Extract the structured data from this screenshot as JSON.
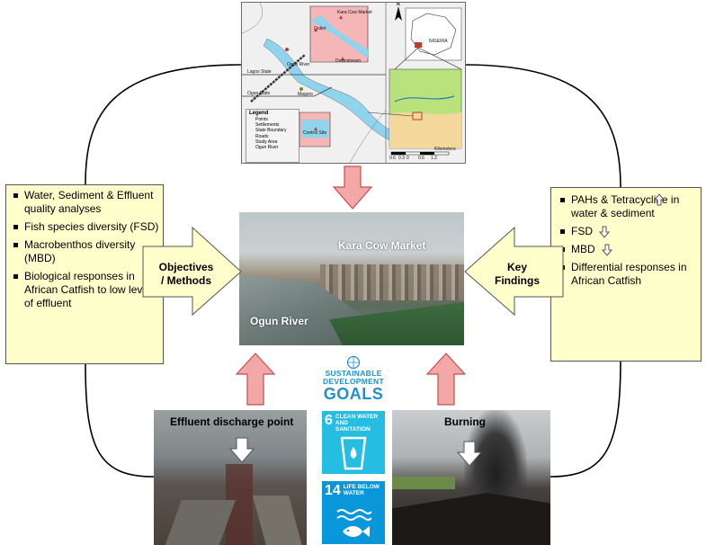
{
  "map": {
    "labels": {
      "kara_cow_market": "Kara Cow Market",
      "outlet": "Outlet",
      "ogun_river": "Ogun River",
      "downstream": "Downstream",
      "lagos_state": "Lagos State",
      "ogun_state": "Ogun State",
      "magoro": "Magoro",
      "control_site": "Control Site",
      "nigeria": "NIGERIA",
      "north": "N",
      "kilometers": "Kilometers"
    },
    "legend": {
      "title": "Legend",
      "items": [
        "Points",
        "Settlements",
        "State Boundary",
        "Roads",
        "Study Area",
        "Ogun River"
      ]
    },
    "scale_ticks": [
      "0.6",
      "0.3",
      "0",
      "0.6",
      "1.2"
    ]
  },
  "center_photo": {
    "label_market": "Kara Cow Market",
    "label_river": "Ogun River"
  },
  "objectives": {
    "arrow_label_line1": "Objectives",
    "arrow_label_line2": "/ Methods",
    "items": [
      "Water, Sediment & Effluent quality analyses",
      "Fish species diversity (FSD)",
      "Macrobenthos diversity (MBD)",
      "Biological responses in African Catfish to low levels of effluent"
    ]
  },
  "findings": {
    "arrow_label_line1": "Key",
    "arrow_label_line2": "Findings",
    "items": [
      {
        "text": "PAHs & Tetracycline in water & sediment",
        "trend": "up"
      },
      {
        "text": "FSD",
        "trend": "down"
      },
      {
        "text": "MBD",
        "trend": "down"
      },
      {
        "text": "Differential responses in African Catfish",
        "trend": ""
      }
    ]
  },
  "bottom": {
    "effluent_label": "Effluent discharge point",
    "burning_label": "Burning"
  },
  "sdg": {
    "logo_line1": "SUSTAINABLE",
    "logo_line2": "DEVELOPMENT",
    "logo_line3": "GOALS",
    "goal6_number": "6",
    "goal6_title": "CLEAN WATER AND SANITATION",
    "goal14_number": "14",
    "goal14_title": "LIFE BELOW WATER"
  },
  "colors": {
    "box_fill": "#ffffcc",
    "block_arrow_fill": "#ffffcc",
    "vertical_arrow_fill": "#f4a7a7",
    "vertical_arrow_stroke": "#c0504d",
    "sdg6": "#26bde2",
    "sdg14": "#0a97d9",
    "sdg_text": "#1f8fcf"
  }
}
